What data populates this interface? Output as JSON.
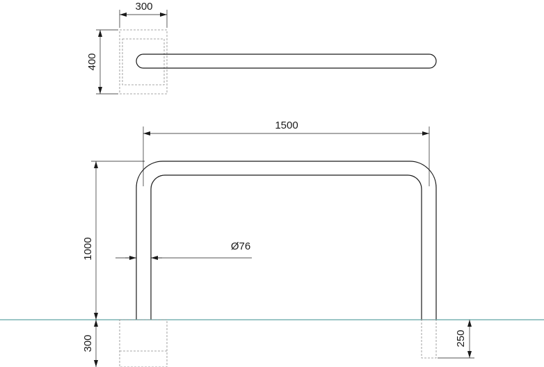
{
  "dimensions": {
    "top_width": "300",
    "top_depth": "400",
    "overall_width": "1500",
    "height": "1000",
    "diameter": "Ø76",
    "embed_depth": "300",
    "right_embed": "250"
  },
  "colors": {
    "line": "#1a1a1a",
    "ground": "#5fa3a3",
    "dash": "#8a8a8a"
  }
}
